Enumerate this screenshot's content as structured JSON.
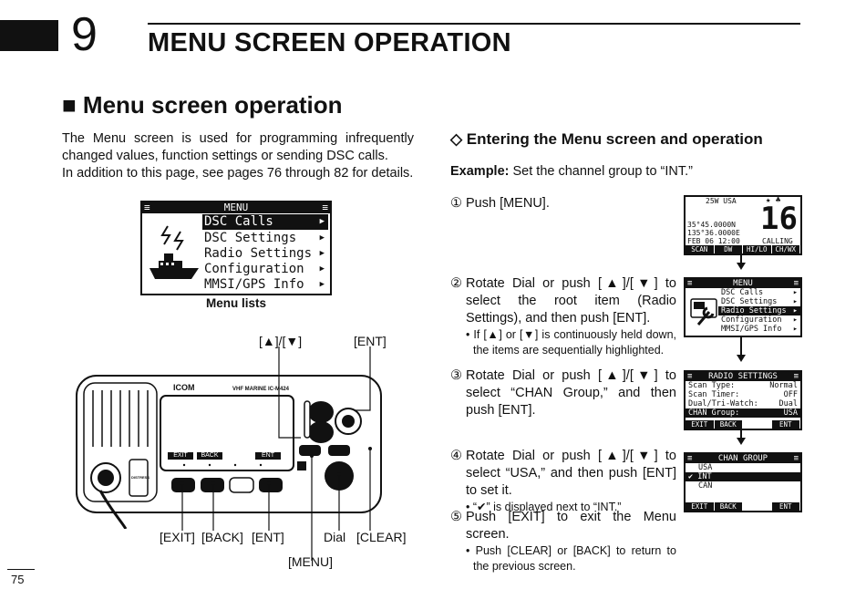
{
  "chapter": {
    "number": "9",
    "title": "MENU SCREEN OPERATION"
  },
  "section": {
    "title": "■ Menu screen operation"
  },
  "intro": {
    "line1": "The Menu screen is used for programming infrequently changed values, function settings or sending DSC calls.",
    "line2": "In addition to this page, see pages 76 through 82 for details."
  },
  "menu_screen": {
    "header": "MENU",
    "items": [
      "DSC Calls",
      "DSC Settings",
      "Radio Settings",
      "Configuration",
      "MMSI/GPS Info"
    ],
    "caption": "Menu lists"
  },
  "radio": {
    "brand": "ICOM",
    "model": "VHF MARINE  IC-M424",
    "distress": "DISTRESS",
    "softkeys": [
      "EXIT",
      "BACK",
      "",
      "ENT"
    ]
  },
  "callouts": {
    "updown": "[▲]/[▼]",
    "ent_top": "[ENT]",
    "exit": "[EXIT]",
    "back": "[BACK]",
    "ent_bottom": "[ENT]",
    "dial": "Dial",
    "clear": "[CLEAR]",
    "menu": "[MENU]"
  },
  "procedure": {
    "title": "◇ Entering the Menu screen and operation",
    "example_label": "Example:",
    "example_text": "Set the channel group to “INT.”",
    "steps": [
      {
        "num": "①",
        "text": "Push [MENU].",
        "bullet": ""
      },
      {
        "num": "②",
        "text": "Rotate Dial or push [▲]/[▼] to select the root item (Radio Settings), and then push [ENT].",
        "bullet": "• If [▲] or [▼] is continuously held down, the items are sequentially highlighted."
      },
      {
        "num": "③",
        "text": "Rotate Dial or push [▲]/[▼] to select “CHAN Group,” and then push [ENT].",
        "bullet": ""
      },
      {
        "num": "④",
        "text": "Rotate Dial or push [▲]/[▼] to select “USA,” and then push [ENT] to set it.",
        "bullet": "• “✔” is displayed next to “INT.”"
      },
      {
        "num": "⑤",
        "text": "Push [EXIT] to exit the Menu screen.",
        "bullet": "• Push [CLEAR] or [BACK] to return to the previous screen."
      }
    ]
  },
  "screen1": {
    "top_left": "25W  USA",
    "channel": "16",
    "lat": "35°45.0000N",
    "lon": "135°36.0000E",
    "datetime": "FEB 06 12:00",
    "status": "CALLING",
    "softkeys": [
      "SCAN",
      "DW",
      "HI/LO",
      "CH/WX"
    ]
  },
  "screen2": {
    "header": "MENU",
    "items": [
      "DSC Calls",
      "DSC Settings",
      "Radio Settings",
      "Configuration",
      "MMSI/GPS Info"
    ]
  },
  "screen3": {
    "header": "RADIO SETTINGS",
    "rows": [
      {
        "label": "Scan Type:",
        "value": "Normal"
      },
      {
        "label": "Scan Timer:",
        "value": "OFF"
      },
      {
        "label": "Dual/Tri-Watch:",
        "value": "Dual"
      },
      {
        "label": "CHAN Group:",
        "value": "USA"
      }
    ],
    "softkeys": [
      "EXIT",
      "BACK",
      "",
      "ENT"
    ]
  },
  "screen4": {
    "header": "CHAN GROUP",
    "items": [
      "USA",
      "✔ INT",
      "CAN"
    ],
    "softkeys": [
      "EXIT",
      "BACK",
      "",
      "ENT"
    ]
  },
  "page_number": "75"
}
